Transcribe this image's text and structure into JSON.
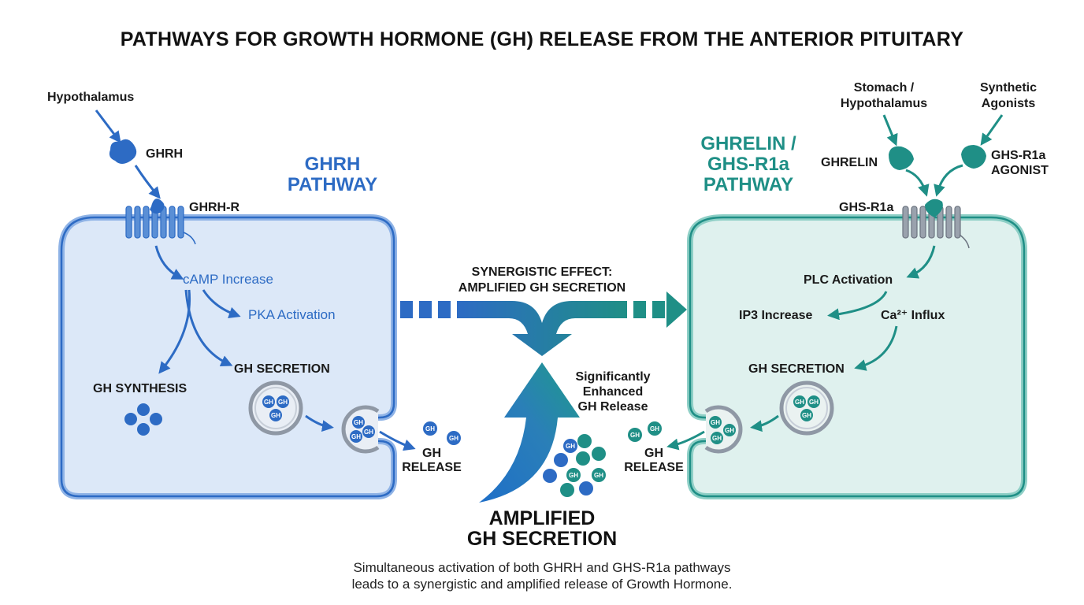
{
  "title": "PATHWAYS FOR GROWTH HORMONE (GH) RELEASE FROM THE ANTERIOR PITUITARY",
  "colors": {
    "blue": "#2d6bc4",
    "blue_fill": "#dce8f8",
    "teal": "#1f8f86",
    "teal_fill": "#dff1ee",
    "dark": "#111111"
  },
  "left": {
    "source": "Hypothalamus",
    "ligand": "GHRH",
    "receptor": "GHRH-R",
    "pathway_line1": "GHRH",
    "pathway_line2": "PATHWAY",
    "step1": "cAMP Increase",
    "step2": "PKA Activation",
    "synthesis": "GH SYNTHESIS",
    "secretion": "GH SECRETION",
    "release_line1": "GH",
    "release_line2": "RELEASE"
  },
  "right": {
    "source1_line1": "Stomach /",
    "source1_line2": "Hypothalamus",
    "source2_line1": "Synthetic",
    "source2_line2": "Agonists",
    "ligand": "GHRELIN",
    "agonist_line1": "GHS-R1a",
    "agonist_line2": "AGONIST",
    "receptor": "GHS-R1a",
    "pathway_line1": "GHRELIN /",
    "pathway_line2": "GHS-R1a",
    "pathway_line3": "PATHWAY",
    "step1": "PLC Activation",
    "step2": "IP3 Increase",
    "step3": "Ca²⁺ Influx",
    "secretion": "GH SECRETION",
    "release_line1": "GH",
    "release_line2": "RELEASE"
  },
  "center": {
    "synergy_line1": "SYNERGISTIC EFFECT:",
    "synergy_line2": "AMPLIFIED GH SECRETION",
    "enhanced_line1": "Significantly",
    "enhanced_line2": "Enhanced",
    "enhanced_line3": "GH Release",
    "amplified_line1": "AMPLIFIED",
    "amplified_line2": "GH SECRETION"
  },
  "granule_label": "GH",
  "footer_line1": "Simultaneous activation of both GHRH and GHS-R1a pathways",
  "footer_line2": "leads to a synergistic and amplified release of Growth Hormone."
}
